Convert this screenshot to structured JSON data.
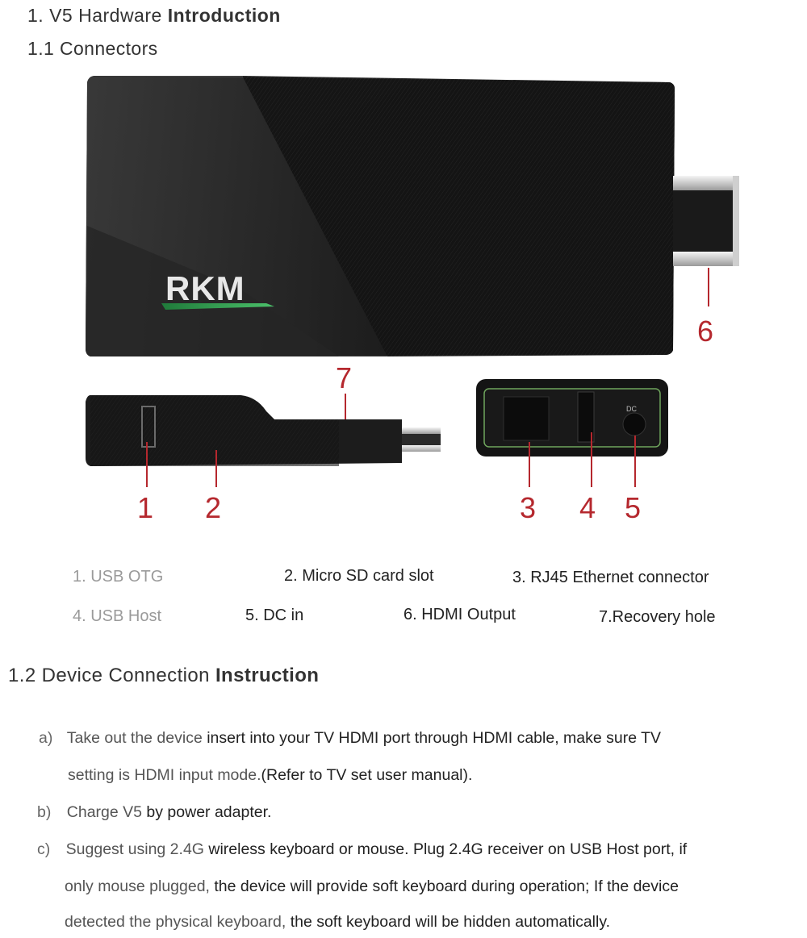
{
  "headings": {
    "section1_prefix": "1. V5 Hardware ",
    "section1_bold": "Introduction",
    "section1_1": "1.1 Connectors",
    "section1_2_prefix": "1.2 Device Connection ",
    "section1_2_bold": "Instruction"
  },
  "device": {
    "logo_text": "RKM",
    "port_label_dc": "DC"
  },
  "callouts": [
    "1",
    "2",
    "3",
    "4",
    "5",
    "6",
    "7"
  ],
  "legend": [
    "1. USB OTG",
    "2. Micro SD card slot",
    "3. RJ45 Ethernet connector",
    "4. USB Host",
    "5. DC in",
    "6. HDMI Output",
    "7.Recovery hole"
  ],
  "instructions": {
    "a_marker": "a)",
    "a_line1_soft": "Take out the device ",
    "a_line1": "insert into your TV HDMI port through HDMI cable, make sure TV",
    "a_line2_soft": "setting is HDMI input mode.",
    "a_line2": "(Refer to TV set user manual).",
    "b_marker": "b)",
    "b_line1_soft": "Charge V5 ",
    "b_line1": "by power adapter.",
    "c_marker": "c)",
    "c_line1_soft": "Suggest using 2.4G ",
    "c_line1": "wireless keyboard or mouse. Plug 2.4G receiver on USB Host port, if",
    "c_line2_soft": "only mouse plugged, ",
    "c_line2": "the device will provide soft keyboard during operation; If the device",
    "c_line3_soft": "detected the physical keyboard, ",
    "c_line3": "the soft keyboard will be hidden automatically."
  }
}
